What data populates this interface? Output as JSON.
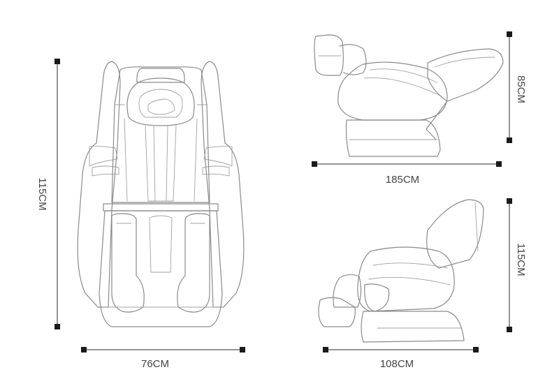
{
  "dimensions": {
    "front_height": "115CM",
    "front_width": "76CM",
    "reclined_height": "85CM",
    "reclined_length": "185CM",
    "upright_height": "115CM",
    "upright_length": "108CM"
  },
  "colors": {
    "line": "#8a8a8a",
    "dimension": "#2b2b2b",
    "text": "#444444"
  }
}
